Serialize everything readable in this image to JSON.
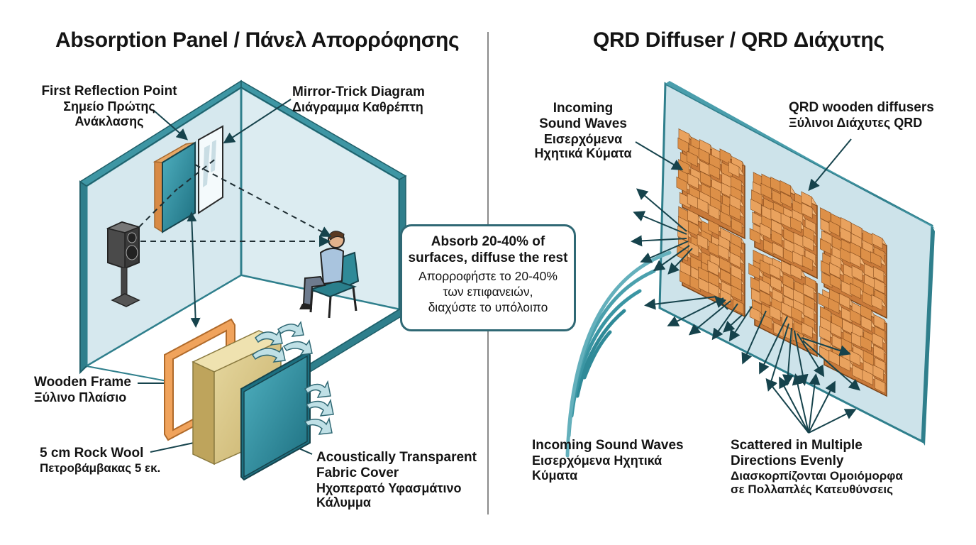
{
  "left": {
    "title": "Absorption Panel / Πάνελ Απορρόφησης",
    "first_reflection": [
      "First Reflection Point",
      "Σημείο Πρώτης",
      "Ανάκλασης"
    ],
    "mirror_trick": [
      "Mirror-Trick Diagram",
      "Διάγραμμα Καθρέπτη"
    ],
    "wooden_frame": [
      "Wooden Frame",
      "Ξύλινο Πλαίσιο"
    ],
    "rock_wool": [
      "5 cm Rock Wool",
      "Πετροβάμβακας 5 εκ."
    ],
    "fabric_cover": [
      "Acoustically Transparent",
      "Fabric Cover",
      "Ηχοπερατό Υφασμάτινο",
      "Κάλυμμα"
    ]
  },
  "right": {
    "title": "QRD Diffuser / QRD Διάχυτης",
    "incoming_top": [
      "Incoming",
      "Sound Waves",
      "Εισερχόμενα",
      "Ηχητικά Κύματα"
    ],
    "qrd_label": [
      "QRD wooden diffusers",
      "Ξύλινοι Διάχυτες QRD"
    ],
    "incoming_bottom": [
      "Incoming Sound Waves",
      "Εισερχόμενα Ηχητικά",
      "Κύματα"
    ],
    "scattered": [
      "Scattered in Multiple",
      "Directions Evenly",
      "Διασκορπίζονται Ομοιόμορφα",
      "σε Πολλαπλές Κατευθύνσεις"
    ]
  },
  "callout": {
    "en": [
      "Absorb 20-40% of",
      "surfaces, diffuse the rest"
    ],
    "gr": [
      "Απορροφήστε το 20-40%",
      "των επιφανειών,",
      "διαχύστε το υπόλοιπο"
    ]
  },
  "colors": {
    "teal": "#2f7f8c",
    "wall": "#d5e6ec",
    "wood": "#e4a062",
    "wool": "#d9c68a",
    "frame": "#f0a35c"
  },
  "icons": [
    "speaker-icon",
    "listener-icon",
    "chair-icon",
    "mirror-icon",
    "wave-arrow-icon"
  ]
}
